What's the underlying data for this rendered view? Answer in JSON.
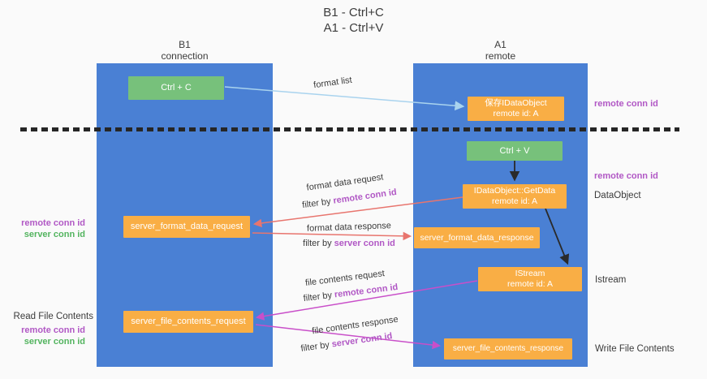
{
  "title": {
    "line1": "B1 - Ctrl+C",
    "line2": "A1 - Ctrl+V"
  },
  "columns": {
    "left": {
      "name": "B1",
      "role": "connection"
    },
    "right": {
      "name": "A1",
      "role": "remote"
    }
  },
  "nodes": {
    "ctrl_c": {
      "label": "Ctrl + C"
    },
    "ctrl_v": {
      "label": "Ctrl + V"
    },
    "save_idataobject": {
      "line1": "保存IDataObject",
      "line2": "remote id: A"
    },
    "getdata": {
      "line1": "IDataObject::GetData",
      "line2": "remote id: A"
    },
    "istream": {
      "line1": "IStream",
      "line2": "remote id: A"
    },
    "format_request": {
      "label": "server_format_data_request"
    },
    "format_response": {
      "label": "server_format_data_response"
    },
    "file_request": {
      "label": "server_file_contents_request"
    },
    "file_response": {
      "label": "server_file_contents_response"
    }
  },
  "left_annotations": {
    "format": {
      "remote": "remote conn id",
      "server": "server conn id"
    },
    "read_file": "Read File Contents",
    "file": {
      "remote": "remote conn id",
      "server": "server conn id"
    }
  },
  "right_annotations": {
    "remote_conn_top": "remote conn id",
    "remote_conn_mid": "remote conn id",
    "dataobject": "DataObject",
    "istream": "Istream",
    "write_file": "Write File Contents"
  },
  "flow_labels": {
    "format_list": "format list",
    "format_data_request": "format data request",
    "format_data_response": "format data response",
    "file_contents_request": "file contents request",
    "file_contents_response": "file contents response",
    "filter_by": "filter by ",
    "remote_conn_id": "remote conn id",
    "server_conn_id": "server conn id"
  },
  "colors": {
    "column_blue": "#4a80d4",
    "box_orange": "#f9ae45",
    "box_green": "#77c17b",
    "purple_text": "#b158c5",
    "green_text": "#53b45f",
    "salmon_arrow": "#e8756e",
    "magenta_arrow": "#c94fc9",
    "blue_arrow": "#a9d3ee",
    "black_arrow": "#2a2a2a"
  }
}
